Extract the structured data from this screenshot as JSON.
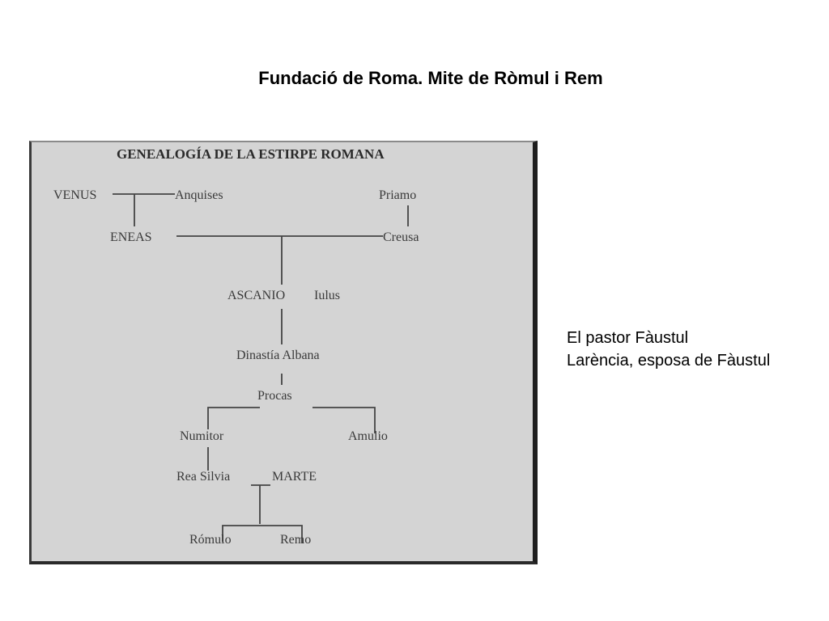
{
  "slide": {
    "title": "Fundació de Roma. Mite de Ròmul i Rem"
  },
  "diagram": {
    "heading": "GENEALOGÍA DE LA ESTIRPE ROMANA",
    "nodes": {
      "venus": "VENUS",
      "anquises": "Anquises",
      "priamo": "Priamo",
      "eneas": "ENEAS",
      "creusa": "Creusa",
      "ascanio": "ASCANIO",
      "iulus": "Iulus",
      "dinastia_albana": "Dinastía Albana",
      "procas": "Procas",
      "numitor": "Numitor",
      "amulio": "Amulio",
      "rea_silvia": "Rea Silvia",
      "marte": "MARTE",
      "romulo": "Rómulo",
      "remo": "Remo"
    }
  },
  "notes": {
    "line1": "El pastor Fàustul",
    "line2": "Larència, esposa de Fàustul"
  }
}
